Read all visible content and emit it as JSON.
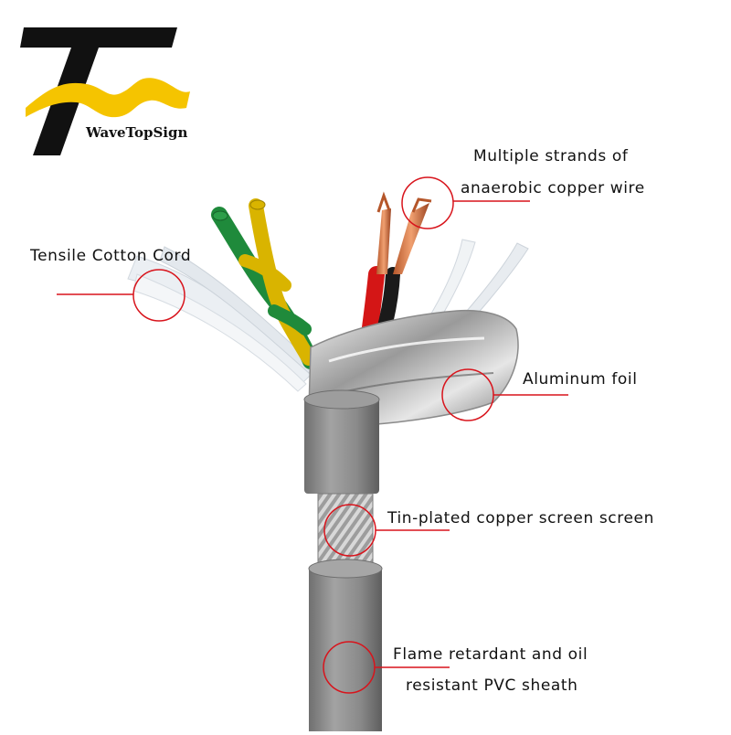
{
  "brand": {
    "name": "WaveTopSign"
  },
  "callouts": {
    "strands_line1": "Multiple strands of",
    "strands_line2": "anaerobic copper wire",
    "cotton": "Tensile Cotton Cord",
    "foil": "Aluminum foil",
    "screen": "Tin-plated copper screen screen",
    "sheath_line1": "Flame retardant and oil",
    "sheath_line2": "resistant PVC sheath"
  },
  "colors": {
    "accent_red": "#d8141c",
    "cable_gray": "#8f8f8f",
    "logo_yellow": "#f5c400",
    "logo_black": "#111111"
  }
}
